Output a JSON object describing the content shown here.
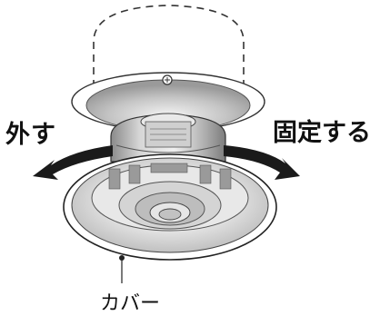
{
  "labels": {
    "remove": "外す",
    "fix": "固定する",
    "cover": "カバー"
  },
  "colors": {
    "line": "#222222",
    "arrow": "#1a1a1a",
    "shade_dark": "#8e8e8e",
    "shade_mid": "#b8b8b8",
    "shade_light": "#d8d8d8",
    "background": "#ffffff"
  },
  "icons": {
    "screw": "screw-icon",
    "rotate_left": "curved-arrow-left-icon",
    "rotate_right": "curved-arrow-right-icon"
  }
}
